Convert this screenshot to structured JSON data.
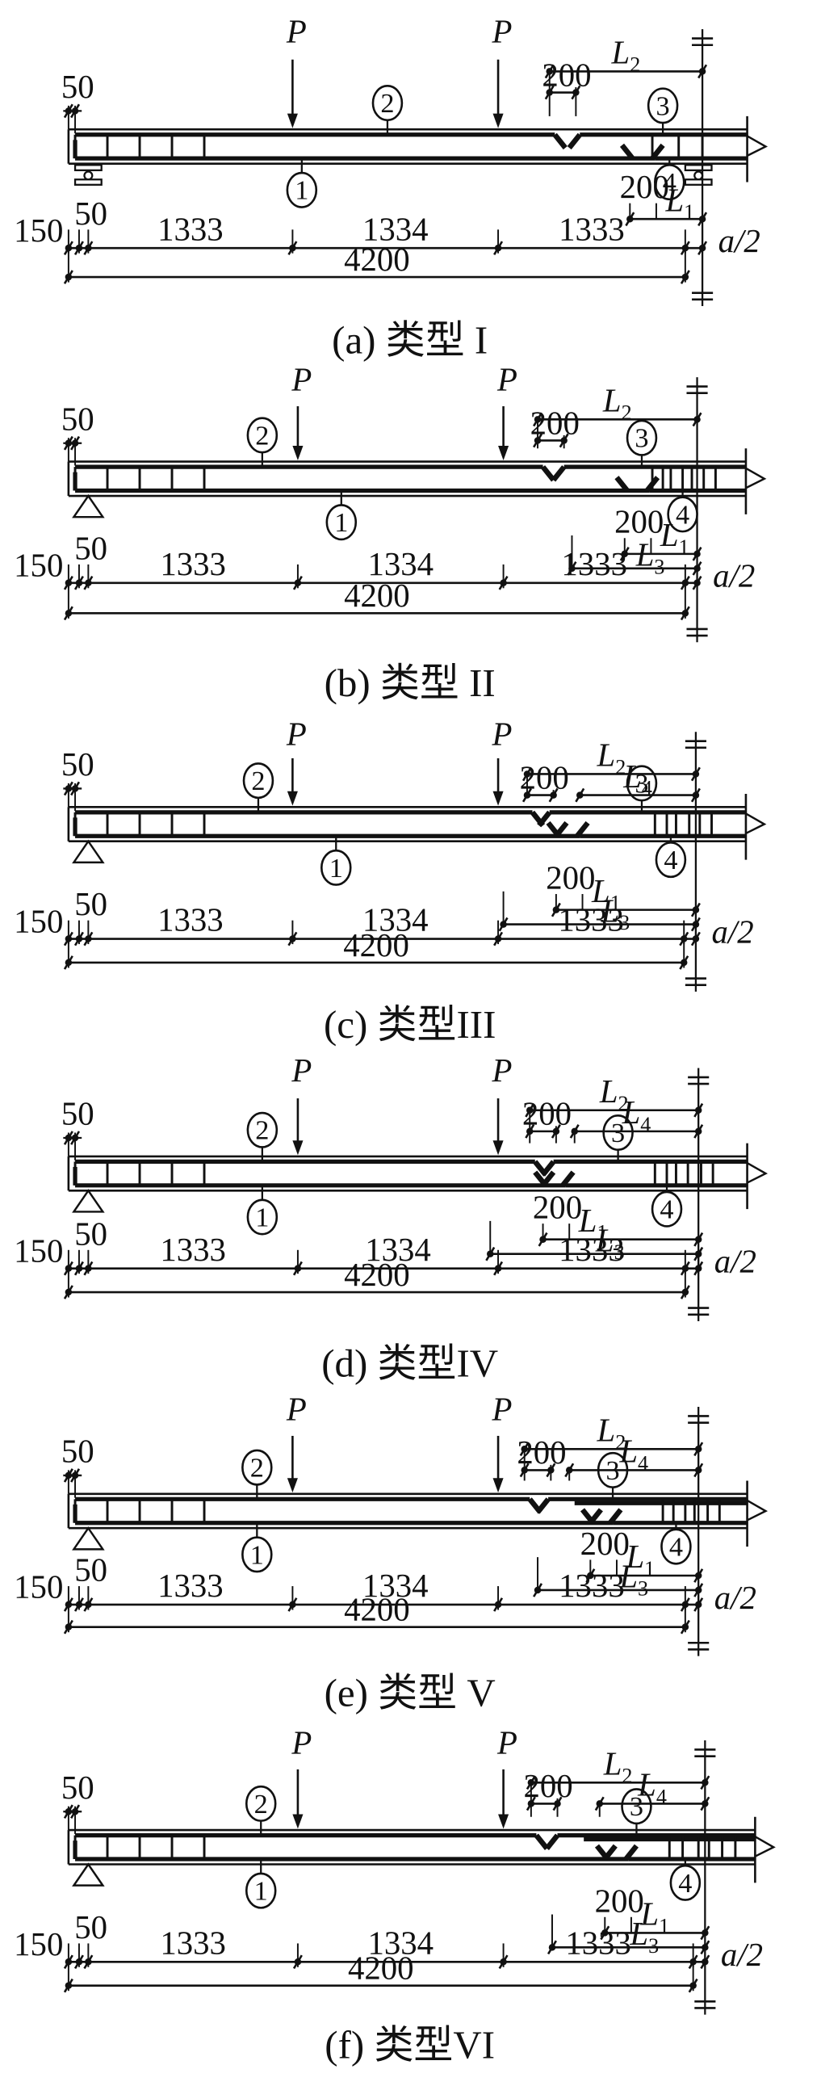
{
  "figure": {
    "units": "mm",
    "common_labels": {
      "load": "P",
      "half_a": "a/2",
      "dim_end_offset": "50",
      "dim_support": "150",
      "dim_support_offset": "50",
      "dim_shear_span_left": "1333",
      "dim_pure_bending": "1334",
      "dim_shear_span_right": "1333",
      "dim_total": "4200",
      "dim_splice_gap": "200",
      "rebar_marks": [
        "1",
        "2",
        "3",
        "4"
      ]
    },
    "panels": [
      {
        "id": "a",
        "caption": "(a)  类型 I",
        "support_type": "roller-pedestal",
        "lap_labels": [
          "L2",
          "L1"
        ]
      },
      {
        "id": "b",
        "caption": "(b)  类型 II",
        "support_type": "pin-triangle",
        "lap_labels": [
          "L2",
          "L1",
          "L3"
        ]
      },
      {
        "id": "c",
        "caption": "(c)  类型III",
        "support_type": "pin-triangle",
        "lap_labels": [
          "L2",
          "L4",
          "L1",
          "L3"
        ]
      },
      {
        "id": "d",
        "caption": "(d)  类型IV",
        "support_type": "pin-triangle",
        "lap_labels": [
          "L2",
          "L4",
          "L1",
          "L3"
        ]
      },
      {
        "id": "e",
        "caption": "(e)  类型 V",
        "support_type": "pin-triangle",
        "lap_labels": [
          "L2",
          "L4",
          "L1",
          "L3"
        ]
      },
      {
        "id": "f",
        "caption": "(f)  类型VI",
        "support_type": "pin-triangle",
        "lap_labels": [
          "L2",
          "L4",
          "L1",
          "L3"
        ]
      }
    ]
  }
}
